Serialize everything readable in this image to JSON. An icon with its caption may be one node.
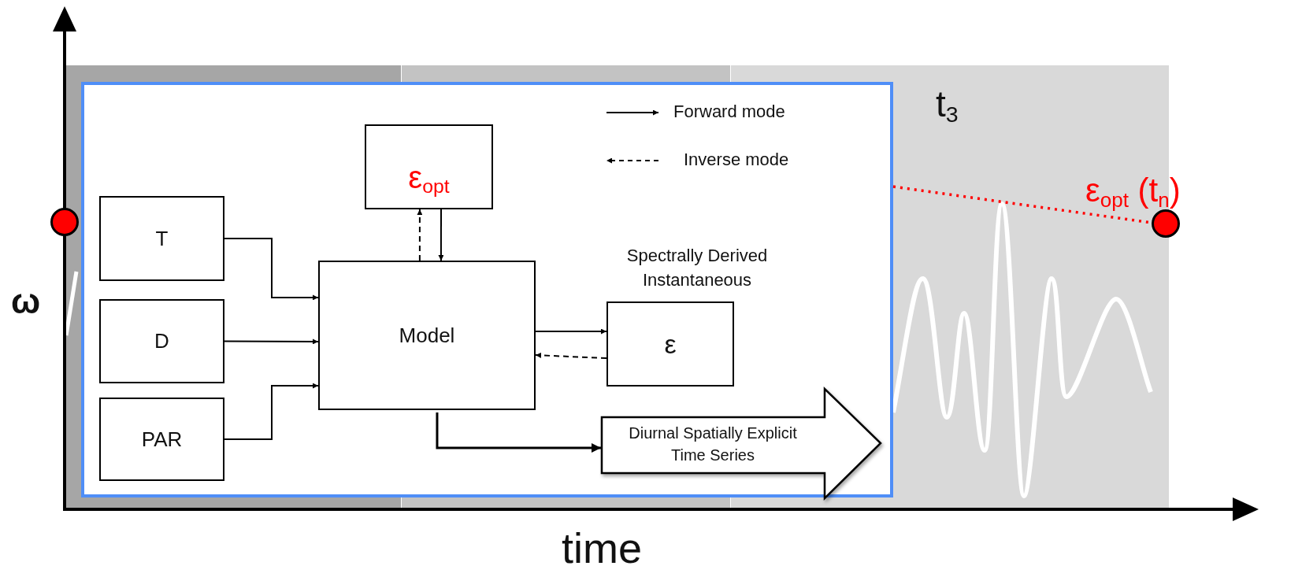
{
  "diagram": {
    "nodes": [
      {
        "text": [],
        "shape": "box"
      },
      {
        "text": [
          "T"
        ],
        "in": 0
      },
      {
        "text": [
          "D"
        ],
        "in": 0
      },
      {
        "text": [
          "PAR"
        ],
        "in": 0
      },
      {
        "text": [
          "ε$_{opt}$"
        ],
        "in": 0
      },
      {
        "text": [
          "Model"
        ],
        "in": 0
      },
      {
        "text": [
          "ε"
        ],
        "in": 0,
        "beside": [
          "Spectrally Derived Instantaneous"
        ]
      },
      {
        "text": [
          "Diurnal Spatially Explicit Time Series"
        ],
        "in": 0
      },
      {
        "text": [],
        "shape": "circle"
      },
      {
        "text": [],
        "shape": "circle",
        "beside": [
          "ε$_{opt}$ (t$_{n}$)"
        ]
      }
    ],
    "edges": [
      {
        "from": 1,
        "to": 5,
        "arrow": "to"
      },
      {
        "from": 2,
        "to": 5,
        "arrow": "to"
      },
      {
        "from": 3,
        "to": 5,
        "arrow": "to"
      },
      {
        "from": 5,
        "to": 4,
        "arrow": "to",
        "style": "dashed"
      },
      {
        "from": 4,
        "to": 5,
        "arrow": "to"
      },
      {
        "from": 5,
        "to": 6,
        "arrow": "to"
      },
      {
        "from": 6,
        "to": 5,
        "arrow": "to",
        "style": "dashed"
      },
      {
        "from": 5,
        "to": 7,
        "arrow": "to"
      },
      {
        "from": 0,
        "to": 9,
        "arrow": "none",
        "style": "dashed",
        "color": "#ff0000"
      }
    ],
    "labels": [
      "t$_{3}$",
      "ω",
      "time"
    ],
    "legend": [
      {
        "text": "Forward mode"
      },
      {
        "text": "Inverse mode"
      }
    ]
  }
}
